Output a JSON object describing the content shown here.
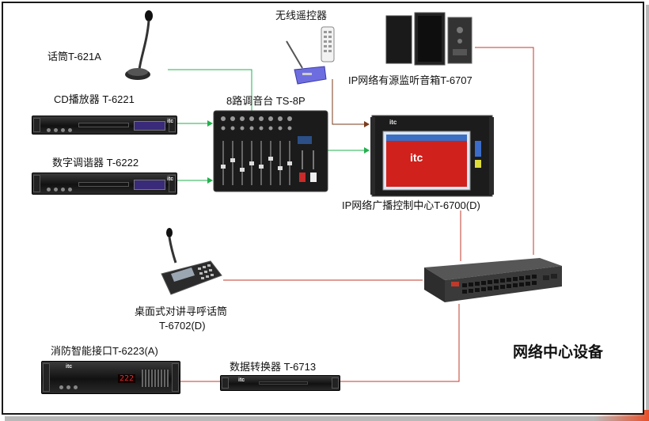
{
  "title": "网络中心设备",
  "labels": {
    "mic": "话筒T-621A",
    "remote": "无线遥控器",
    "speaker": "IP网络有源监听音箱T-6707",
    "cd": "CD播放器 T-6221",
    "mixer": "8路调音台 TS-8P",
    "tuner": "数字调谐器 T-6222",
    "controller": "IP网络广播控制中心T-6700(D)",
    "desk_mic_line1": "桌面式对讲寻呼话筒",
    "desk_mic_line2": "T-6702(D)",
    "fire": "消防智能接口T-6223(A)",
    "converter": "数据转换器 T-6713"
  },
  "device_text": {
    "brand": "itc",
    "fire_display": "222"
  },
  "colors": {
    "audio_link": "#22b14c",
    "network_link": "#c0392b",
    "control_link": "#7a3b1e"
  }
}
